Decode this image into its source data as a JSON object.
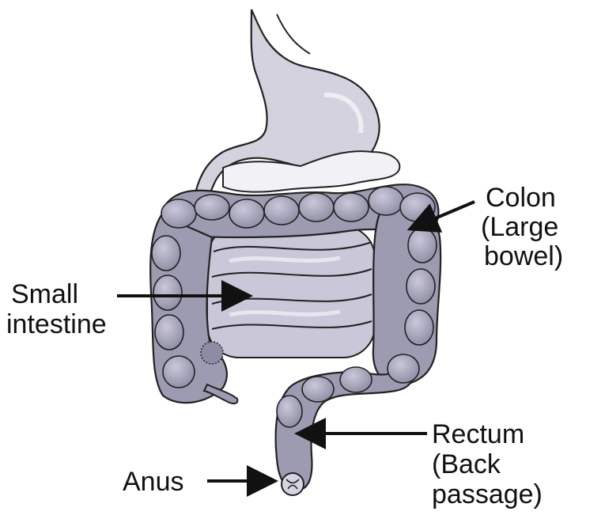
{
  "labels": {
    "colon_line1": "Colon",
    "colon_line2": "(Large",
    "colon_line3": "bowel)",
    "small_line1": "Small",
    "small_line2": "intestine",
    "rectum_line1": "Rectum",
    "rectum_line2": "(Back",
    "rectum_line3": "passage)",
    "anus": "Anus"
  },
  "colors": {
    "organ_fill": "#9d9bb1",
    "organ_dark": "#7c7a93",
    "organ_light": "#d6d4e2",
    "stomach_fill": "#d3d2de",
    "pancreas_fill": "#f2f1f6",
    "arrow": "#111111"
  }
}
